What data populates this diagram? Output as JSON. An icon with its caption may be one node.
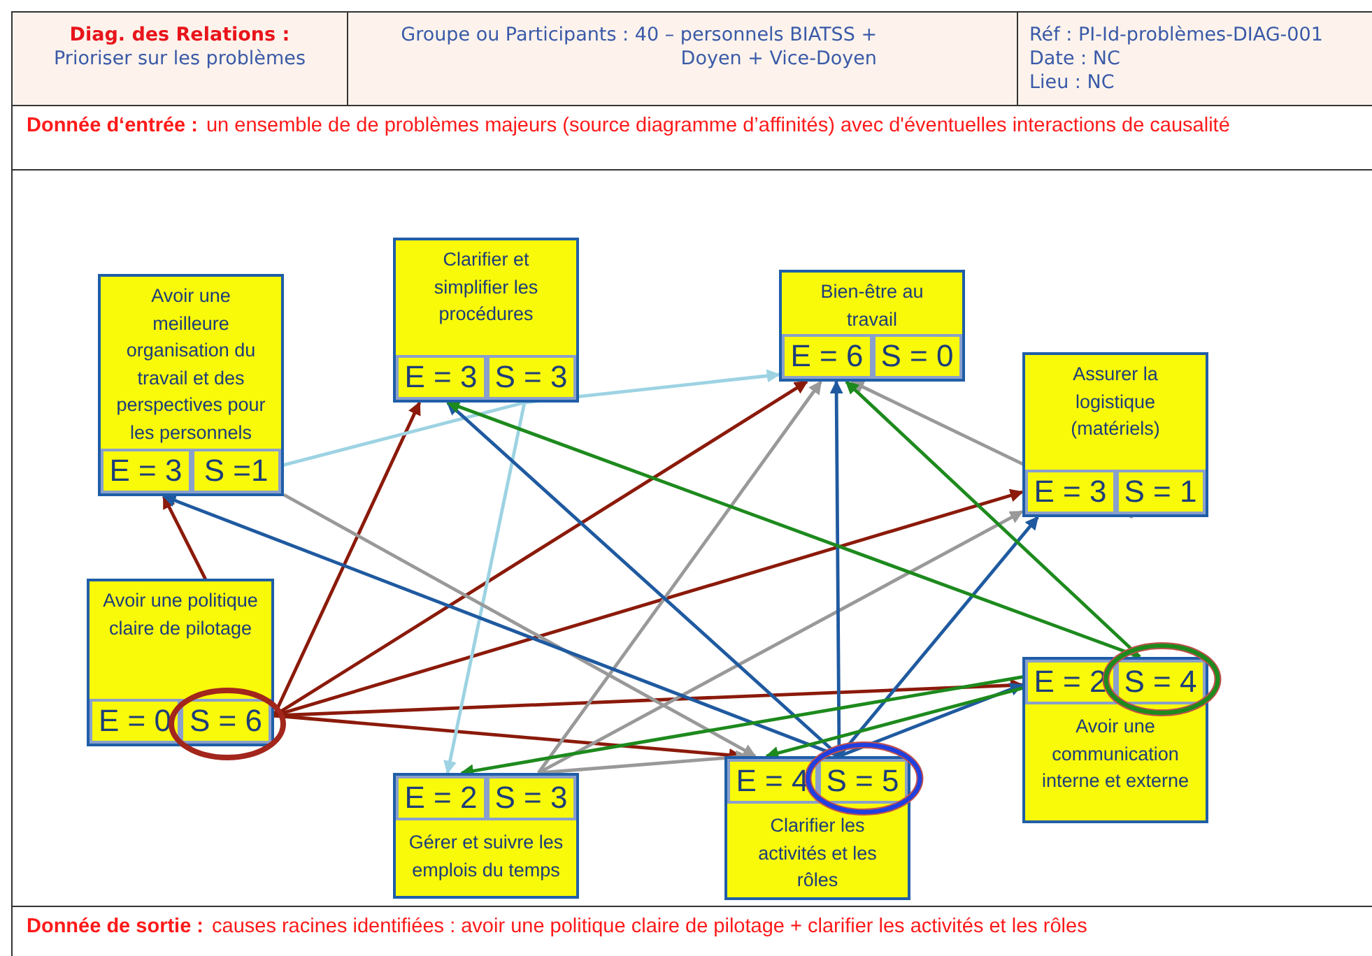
{
  "diagram": {
    "nodes": [
      {
        "text": [
          "Avoir une meilleure organisation du travail et des perspectives pour les personnels",
          "E = 3",
          "S =1"
        ]
      },
      {
        "text": [
          "Clarifier et simplifier les procédures",
          "E = 3",
          "S = 3"
        ]
      },
      {
        "text": [
          "Bien-être au travail",
          "E = 6",
          "S = 0"
        ]
      },
      {
        "text": [
          "Assurer la logistique (matériels)",
          "E = 3",
          "S = 1"
        ]
      },
      {
        "text": [
          "Avoir une politique claire de pilotage",
          "E = 0",
          "S = 6"
        ]
      },
      {
        "text": [
          "E = 2",
          "S = 3",
          "Gérer et suivre les emplois du temps"
        ]
      },
      {
        "text": [
          "E = 4",
          "S = 5",
          "Clarifier les activités et les rôles"
        ]
      },
      {
        "text": [
          "E = 2",
          "S = 4",
          "Avoir une communication interne et externe"
        ]
      }
    ],
    "edges": [
      {
        "from": 4,
        "to": 0,
        "arrow": "to",
        "color": "#8b1a0a"
      },
      {
        "from": 4,
        "to": 1,
        "arrow": "to",
        "color": "#8b1a0a"
      },
      {
        "from": 4,
        "to": 2,
        "arrow": "to",
        "color": "#8b1a0a"
      },
      {
        "from": 4,
        "to": 3,
        "arrow": "to",
        "color": "#8b1a0a"
      },
      {
        "from": 4,
        "to": 7,
        "arrow": "to",
        "color": "#8b1a0a"
      },
      {
        "from": 4,
        "to": 6,
        "arrow": "to",
        "color": "#8b1a0a"
      },
      {
        "from": 1,
        "to": 0,
        "arrow": "to",
        "color": "#9dd3e3"
      },
      {
        "from": 1,
        "to": 2,
        "arrow": "to",
        "color": "#9dd3e3"
      },
      {
        "from": 1,
        "to": 5,
        "arrow": "to",
        "color": "#9dd3e3"
      },
      {
        "from": 0,
        "to": 6,
        "arrow": "to",
        "color": "#999999"
      },
      {
        "from": 3,
        "to": 2,
        "arrow": "to",
        "color": "#999999"
      },
      {
        "from": 5,
        "to": 2,
        "arrow": "to",
        "color": "#999999"
      },
      {
        "from": 5,
        "to": 3,
        "arrow": "to",
        "color": "#999999"
      },
      {
        "from": 5,
        "to": 6,
        "arrow": "to",
        "color": "#999999"
      },
      {
        "from": 6,
        "to": 0,
        "arrow": "to",
        "color": "#1f5aa0"
      },
      {
        "from": 6,
        "to": 1,
        "arrow": "to",
        "color": "#1f5aa0"
      },
      {
        "from": 6,
        "to": 2,
        "arrow": "to",
        "color": "#1f5aa0"
      },
      {
        "from": 6,
        "to": 3,
        "arrow": "to",
        "color": "#1f5aa0"
      },
      {
        "from": 6,
        "to": 7,
        "arrow": "to",
        "color": "#1f5aa0"
      },
      {
        "from": 7,
        "to": 1,
        "arrow": "to",
        "color": "#1d8a1d"
      },
      {
        "from": 7,
        "to": 2,
        "arrow": "to",
        "color": "#1d8a1d"
      },
      {
        "from": 7,
        "to": 6,
        "arrow": "to",
        "color": "#1d8a1d"
      },
      {
        "from": 7,
        "to": 5,
        "arrow": "to",
        "color": "#1d8a1d"
      }
    ],
    "labels": [
      "Diag. des Relations :",
      "Prioriser sur les problèmes",
      "Groupe ou Participants : 40 – personnels BIATSS + Doyen + Vice-Doyen",
      "Réf : PI-Id-problèmes-DIAG-001",
      "Date : NC",
      "Lieu : NC",
      "Donnée d‘entrée :",
      "un ensemble de de problèmes majeurs (source diagramme d’affinités) avec d'éventuelles interactions de causalité",
      "Donnée de sortie :",
      "causes racines identifiées : avoir une politique claire de pilotage + clarifier les activités et les rôles"
    ]
  }
}
